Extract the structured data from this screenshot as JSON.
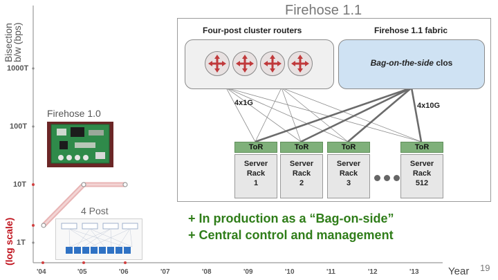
{
  "title": "Firehose 1.1",
  "page_number": "19",
  "y_axis": {
    "label_lines": [
      "Bisection",
      "b/w (bps)"
    ],
    "scale_note": "(log scale)",
    "ticks": [
      "1000T",
      "100T",
      "10T",
      "1T"
    ]
  },
  "x_axis": {
    "label": "Year",
    "ticks": [
      "'04",
      "'05",
      "'06",
      "'07",
      "'08",
      "'09",
      "'10",
      "'11",
      "'12",
      "'13"
    ]
  },
  "firehose10": {
    "label": "Firehose 1.0"
  },
  "post4": {
    "label": "4 Post"
  },
  "diagram": {
    "left_heading": "Four-post cluster routers",
    "right_heading": "Firehose 1.1 fabric",
    "clos_emph": "Bag-on-the-side",
    "clos_rest": " clos",
    "left_link_label": "4x1G",
    "right_link_label": "4x10G",
    "racks": [
      {
        "tor": "ToR",
        "line1": "Server",
        "line2": "Rack",
        "line3": "1"
      },
      {
        "tor": "ToR",
        "line1": "Server",
        "line2": "Rack",
        "line3": "2"
      },
      {
        "tor": "ToR",
        "line1": "Server",
        "line2": "Rack",
        "line3": "3"
      },
      {
        "tor": "ToR",
        "line1": "Server",
        "line2": "Rack",
        "line3": "512"
      }
    ]
  },
  "bullets": [
    "+  In production as a “Bag-on-side”",
    "+  Central control and management"
  ],
  "colors": {
    "accent_green": "#2f7d19",
    "axis_red": "#c0141e",
    "tor_green": "#7fb07a",
    "clos_blue": "#cfe2f3",
    "trend_pink": "#e8b4b4"
  }
}
